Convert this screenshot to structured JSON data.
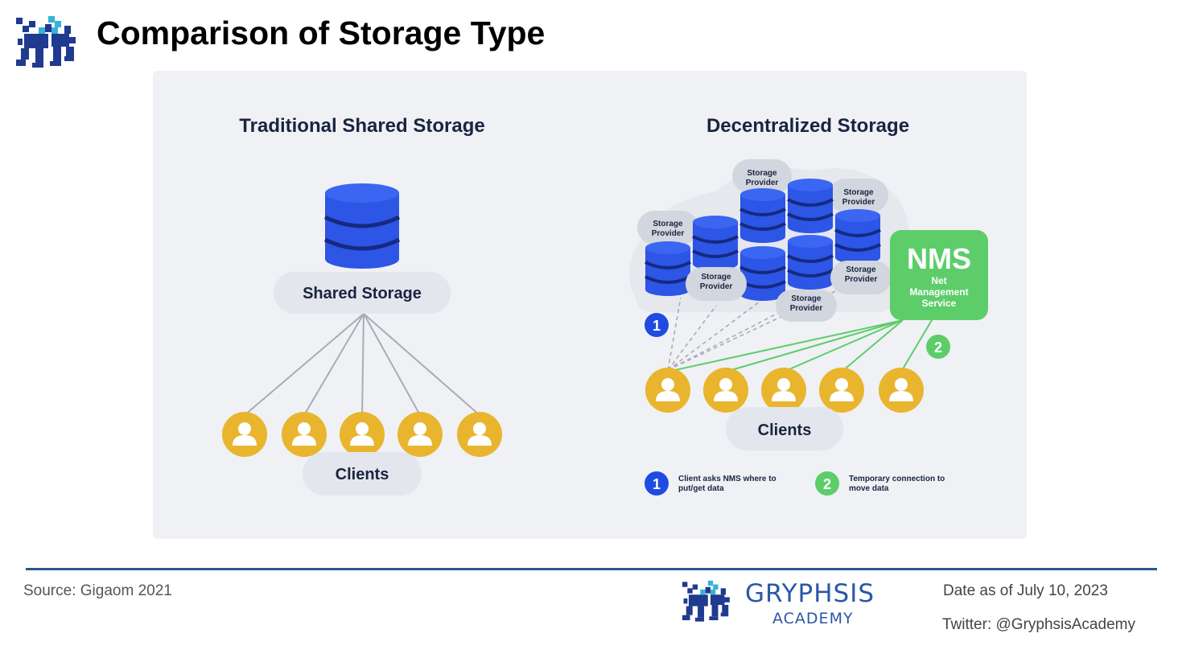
{
  "header": {
    "title": "Comparison of Storage Type"
  },
  "diagram": {
    "left": {
      "heading": "Traditional Shared Storage",
      "storage_label": "Shared Storage",
      "clients_label": "Clients",
      "client_count": 5
    },
    "right": {
      "heading": "Decentralized Storage",
      "provider_label_line1": "Storage",
      "provider_label_line2": "Provider",
      "nms_abbr": "NMS",
      "nms_line1": "Net",
      "nms_line2": "Management",
      "nms_line3": "Service",
      "step1_number": "1",
      "step2_number": "2",
      "clients_label": "Clients",
      "client_count": 5,
      "legend": [
        {
          "number": "1",
          "line1": "Client asks NMS where to",
          "line2": "put/get data"
        },
        {
          "number": "2",
          "line1": "Temporary connection to",
          "line2": "move data"
        }
      ]
    },
    "colors": {
      "panel_bg": "#eff1f5",
      "heading": "#1a2440",
      "database_blue": "#2d55e6",
      "database_dark": "#152a80",
      "client_yellow": "#e9b52e",
      "pill_gray": "#e3e6ec",
      "nms_green": "#5dcd6a",
      "step1_blue": "#1f4be0",
      "connector_gray": "#a8acb6",
      "connector_green": "#5dcd6a"
    }
  },
  "footer": {
    "source": "Source: Gigaom 2021",
    "brand_name": "GRYPHSIS",
    "brand_sub": "ACADEMY",
    "date": "Date as of July 10, 2023",
    "twitter": "Twitter: @GryphsisAcademy"
  }
}
